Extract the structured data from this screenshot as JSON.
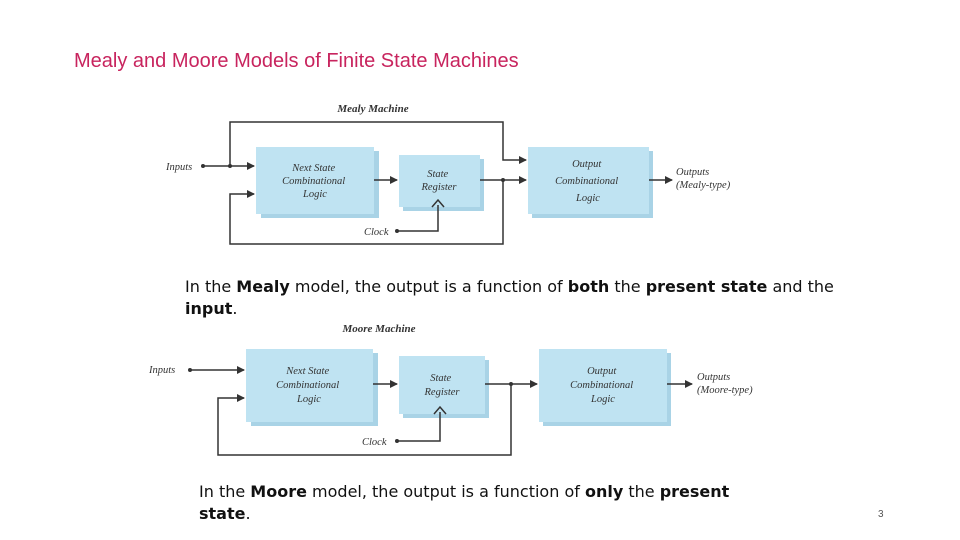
{
  "slide": {
    "title": "Mealy and Moore Models of Finite State Machines",
    "page_number": "3"
  },
  "colors": {
    "title": "#c8245e",
    "box_fill": "#bfe3f2",
    "box_edge": "#8fc6dc",
    "line": "#333333"
  },
  "mealy": {
    "heading": "Mealy Machine",
    "inputs_label": "Inputs",
    "clock_label": "Clock",
    "next_state_box": [
      "Next State",
      "Combinational",
      "Logic"
    ],
    "state_register_box": [
      "State",
      "Register"
    ],
    "output_box": [
      "Output",
      "Combinational",
      "Logic"
    ],
    "outputs_label": [
      "Outputs",
      "(Mealy-type)"
    ]
  },
  "moore": {
    "heading": "Moore Machine",
    "inputs_label": "Inputs",
    "clock_label": "Clock",
    "next_state_box": [
      "Next State",
      "Combinational",
      "Logic"
    ],
    "state_register_box": [
      "State",
      "Register"
    ],
    "output_box": [
      "Output",
      "Combinational",
      "Logic"
    ],
    "outputs_label": [
      "Outputs",
      "(Moore-type)"
    ]
  },
  "captions": {
    "mealy": {
      "t1": "In the ",
      "b1": "Mealy",
      "t2": " model, the output is a function of ",
      "b2": "both",
      "t3": " the ",
      "b3": "present state",
      "t4": " and the ",
      "b4": "input",
      "t5": "."
    },
    "moore": {
      "t1": "In the ",
      "b1": "Moore",
      "t2": " model, the output is a function of ",
      "b2": "only",
      "t3": " the ",
      "b3": "present",
      "t4": " ",
      "b4": "state",
      "t5": "."
    }
  }
}
